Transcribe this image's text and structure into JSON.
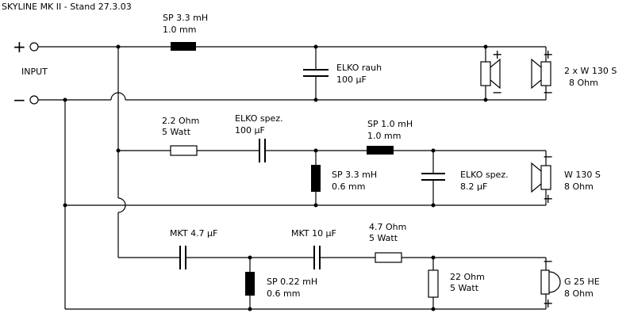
{
  "title": "SKYLINE MK II - Stand 27.3.03",
  "input": {
    "label": "INPUT",
    "plus": "+",
    "minus": "−"
  },
  "components": {
    "sp_top": {
      "line1": "SP 3.3 mH",
      "line2": "1.0 mm"
    },
    "elko_top": {
      "line1": "ELKO rauh",
      "line2": "100 µF"
    },
    "spk_top": {
      "line1": "2 x W 130 S",
      "line2": "8 Ohm"
    },
    "r_mid": {
      "line1": "2.2 Ohm",
      "line2": "5 Watt"
    },
    "c_mid": {
      "line1": "ELKO spez.",
      "line2": "100 µF"
    },
    "l_mid_series": {
      "line1": "SP 1.0 mH",
      "line2": "1.0 mm"
    },
    "l_mid_shunt": {
      "line1": "SP 3.3 mH",
      "line2": "0.6 mm"
    },
    "c_mid_shunt": {
      "line1": "ELKO spez.",
      "line2": "8.2 µF"
    },
    "spk_mid": {
      "line1": "W 130 S",
      "line2": "8 Ohm"
    },
    "c_bot1": {
      "line1": "MKT 4.7 µF"
    },
    "c_bot2": {
      "line1": "MKT 10 µF"
    },
    "r_bot_series": {
      "line1": "4.7 Ohm",
      "line2": "5 Watt"
    },
    "l_bot_shunt": {
      "line1": "SP 0.22 mH",
      "line2": "0.6 mm"
    },
    "r_bot_shunt": {
      "line1": "22 Ohm",
      "line2": "5 Watt"
    },
    "spk_bot": {
      "line1": "G 25 HE",
      "line2": "8 Ohm"
    }
  },
  "polarity": {
    "plus": "+",
    "minus": "−"
  }
}
